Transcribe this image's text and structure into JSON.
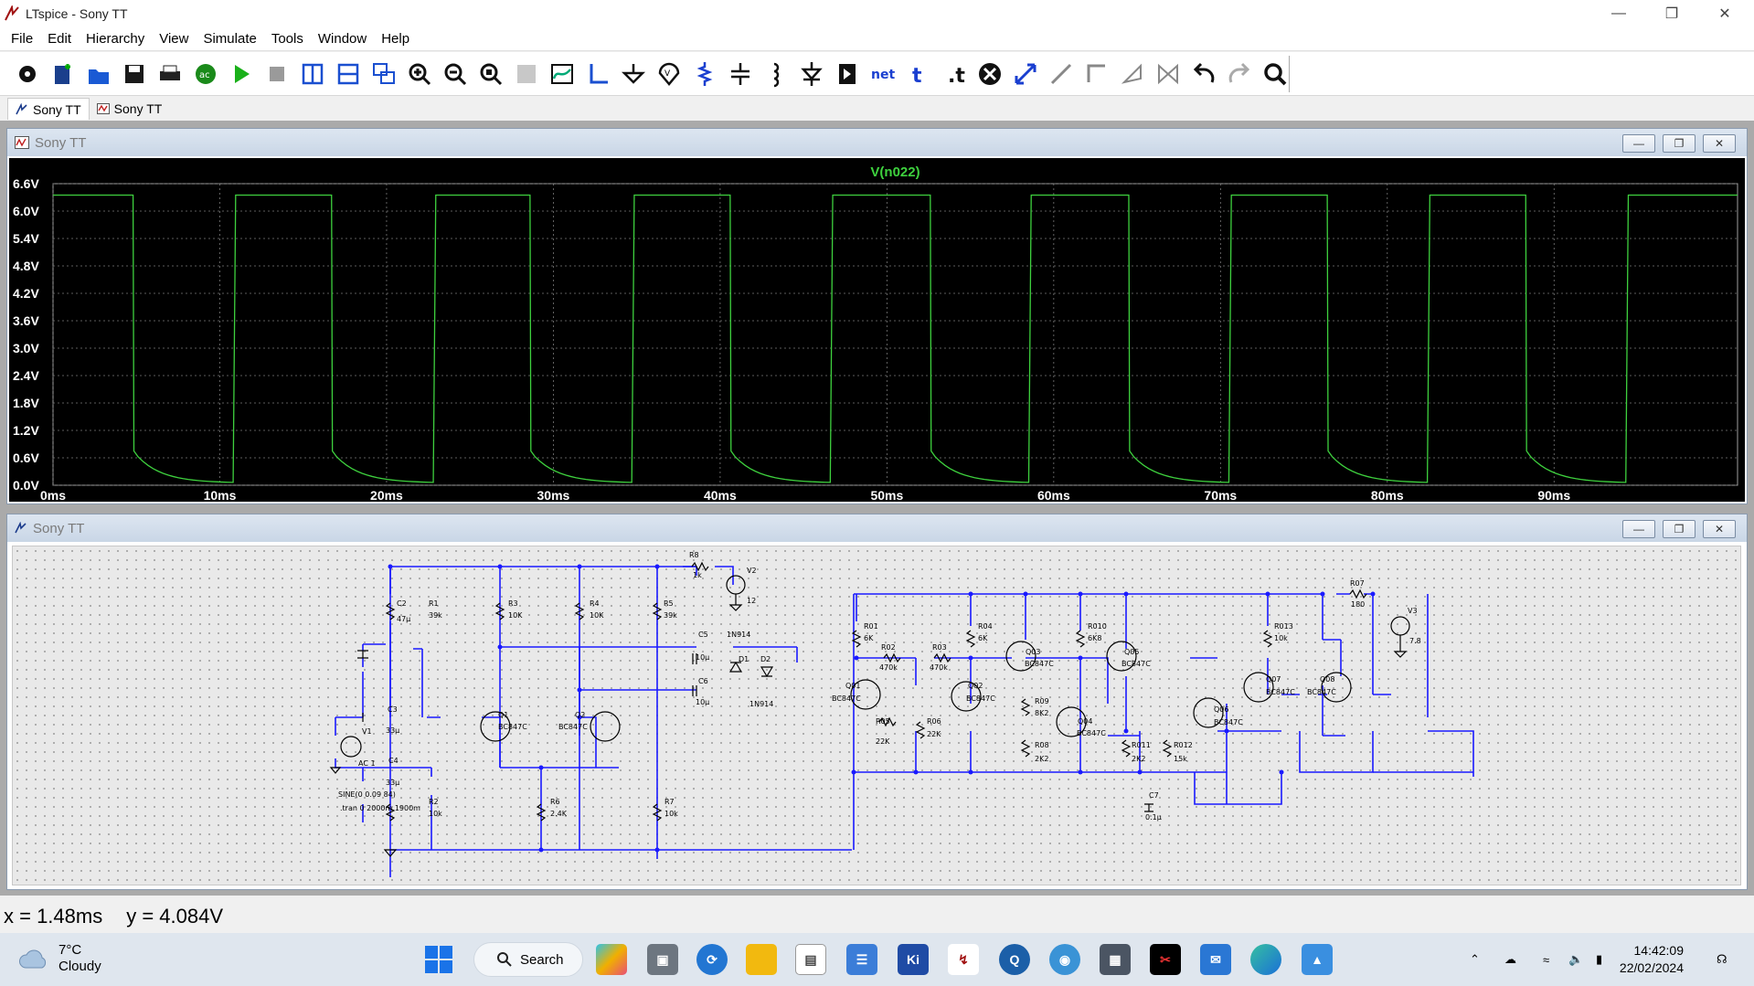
{
  "window": {
    "title": "LTspice - Sony TT"
  },
  "menu": [
    "File",
    "Edit",
    "Hierarchy",
    "View",
    "Simulate",
    "Tools",
    "Window",
    "Help"
  ],
  "toolbar": [
    "settings-icon",
    "new-schematic-icon",
    "open-icon",
    "save-icon",
    "print-icon",
    "ac-analysis-icon",
    "run-icon",
    "halt-icon",
    "tile-vertical-icon",
    "tile-horizontal-icon",
    "cascade-icon",
    "zoom-in-icon",
    "zoom-out-icon",
    "zoom-fit-icon",
    "autorange-icon",
    "add-trace-icon",
    "draw-wire-icon",
    "ground-icon",
    "voltage-label-icon",
    "resistor-icon",
    "capacitor-icon",
    "inductor-icon",
    "diode-icon",
    "component-icon",
    "net-name-icon",
    "text-icon",
    "spice-directive-icon",
    "delete-icon",
    "move-icon",
    "drag-icon",
    "rotate-icon",
    "mirror-icon",
    "mirror-vertical-icon",
    "undo-icon",
    "redo-icon",
    "find-icon"
  ],
  "tabs": [
    {
      "label": "Sony TT",
      "icon": "schematic-icon"
    },
    {
      "label": "Sony TT",
      "icon": "waveform-icon"
    }
  ],
  "waveform_window": {
    "title": "Sony TT",
    "trace_label": "V(n022)",
    "trace_color": "#3ed13e"
  },
  "schematic_window": {
    "title": "Sony TT"
  },
  "chart_data": {
    "type": "line",
    "title": "V(n022)",
    "xlabel": "",
    "ylabel": "",
    "x_ticks": [
      "0ms",
      "10ms",
      "20ms",
      "30ms",
      "40ms",
      "50ms",
      "60ms",
      "70ms",
      "80ms",
      "90ms"
    ],
    "y_ticks": [
      "6.6V",
      "6.0V",
      "5.4V",
      "4.8V",
      "4.2V",
      "3.6V",
      "3.0V",
      "2.4V",
      "1.8V",
      "1.2V",
      "0.6V",
      "0.0V"
    ],
    "xlim": [
      0,
      101
    ],
    "ylim": [
      0,
      6.6
    ],
    "series": [
      {
        "name": "V(n022)",
        "color": "#3ed13e",
        "high_v": 6.35,
        "low_start_v": 0.75,
        "low_end_v": 0.05,
        "high_intervals_ms": [
          [
            0,
            4.8
          ],
          [
            10.8,
            16.7
          ],
          [
            22.8,
            28.6
          ],
          [
            34.7,
            40.6
          ],
          [
            46.6,
            52.6
          ],
          [
            58.5,
            64.5
          ],
          [
            70.5,
            76.4
          ],
          [
            82.4,
            88.3
          ],
          [
            94.3,
            101
          ]
        ]
      }
    ],
    "grid": true
  },
  "schematic": {
    "labels": [
      {
        "id": "R8",
        "t": "R8"
      },
      {
        "id": "R8v",
        "t": "1k"
      },
      {
        "id": "V2",
        "t": "V2"
      },
      {
        "id": "V2v",
        "t": "12"
      },
      {
        "id": "C2",
        "t": "C2"
      },
      {
        "id": "C2v",
        "t": "47µ"
      },
      {
        "id": "R1",
        "t": "R1"
      },
      {
        "id": "R1v",
        "t": "39k"
      },
      {
        "id": "R3",
        "t": "R3"
      },
      {
        "id": "R3v",
        "t": "10K"
      },
      {
        "id": "R4",
        "t": "R4"
      },
      {
        "id": "R4v",
        "t": "10K"
      },
      {
        "id": "R5",
        "t": "R5"
      },
      {
        "id": "R5v",
        "t": "39k"
      },
      {
        "id": "C5",
        "t": "C5"
      },
      {
        "id": "C5v",
        "t": "10µ"
      },
      {
        "id": "D1m",
        "t": "1N914"
      },
      {
        "id": "D1",
        "t": "D1"
      },
      {
        "id": "D2",
        "t": "D2"
      },
      {
        "id": "C6",
        "t": "C6"
      },
      {
        "id": "C6v",
        "t": "10µ"
      },
      {
        "id": "D2m",
        "t": "1N914"
      },
      {
        "id": "C3",
        "t": "C3"
      },
      {
        "id": "C3v",
        "t": "33µ"
      },
      {
        "id": "V1",
        "t": "V1"
      },
      {
        "id": "AC1",
        "t": "AC 1"
      },
      {
        "id": "C4",
        "t": "C4"
      },
      {
        "id": "C4v",
        "t": "33µ"
      },
      {
        "id": "sine",
        "t": "SINE(0 0.09 84)"
      },
      {
        "id": "tran",
        "t": ".tran 0 2000m 1900m"
      },
      {
        "id": "Q1",
        "t": "Q1"
      },
      {
        "id": "Q1m",
        "t": "BC847C"
      },
      {
        "id": "Q2",
        "t": "Q2"
      },
      {
        "id": "Q2m",
        "t": "BC847C"
      },
      {
        "id": "R2",
        "t": "R2"
      },
      {
        "id": "R2v",
        "t": "10k"
      },
      {
        "id": "R6",
        "t": "R6"
      },
      {
        "id": "R6v",
        "t": "2.4K"
      },
      {
        "id": "R7",
        "t": "R7"
      },
      {
        "id": "R7v",
        "t": "10k"
      },
      {
        "id": "R01",
        "t": "R01"
      },
      {
        "id": "R01v",
        "t": "6K"
      },
      {
        "id": "R02",
        "t": "R02"
      },
      {
        "id": "R02v",
        "t": "470k"
      },
      {
        "id": "R03",
        "t": "R03"
      },
      {
        "id": "R03v",
        "t": "470k"
      },
      {
        "id": "R04",
        "t": "R04"
      },
      {
        "id": "R04v",
        "t": "6K"
      },
      {
        "id": "Q01",
        "t": "Q01"
      },
      {
        "id": "Q01m",
        "t": "BC847C"
      },
      {
        "id": "Q02",
        "t": "Q02"
      },
      {
        "id": "Q02m",
        "t": "BC847C"
      },
      {
        "id": "R05",
        "t": "R05"
      },
      {
        "id": "R05v",
        "t": "22K"
      },
      {
        "id": "R06",
        "t": "R06"
      },
      {
        "id": "R06v",
        "t": "22K"
      },
      {
        "id": "Q03",
        "t": "Q03"
      },
      {
        "id": "Q03m",
        "t": "BC847C"
      },
      {
        "id": "R010",
        "t": "R010"
      },
      {
        "id": "R010v",
        "t": "6K8"
      },
      {
        "id": "Q05",
        "t": "Q05"
      },
      {
        "id": "Q05m",
        "t": "BC847C"
      },
      {
        "id": "R09",
        "t": "R09"
      },
      {
        "id": "R09v",
        "t": "8K2"
      },
      {
        "id": "Q04",
        "t": "Q04"
      },
      {
        "id": "Q04m",
        "t": "BC847C"
      },
      {
        "id": "R08",
        "t": "R08"
      },
      {
        "id": "R08v",
        "t": "2K2"
      },
      {
        "id": "R011",
        "t": "R011"
      },
      {
        "id": "R011v",
        "t": "2K2"
      },
      {
        "id": "R012",
        "t": "R012"
      },
      {
        "id": "R012v",
        "t": "15k"
      },
      {
        "id": "C7",
        "t": "C7"
      },
      {
        "id": "C7v",
        "t": "0.1µ"
      },
      {
        "id": "Q06",
        "t": "Q06"
      },
      {
        "id": "Q06m",
        "t": "BC847C"
      },
      {
        "id": "R013",
        "t": "R013"
      },
      {
        "id": "R013v",
        "t": "10k"
      },
      {
        "id": "Q07",
        "t": "Q07"
      },
      {
        "id": "Q07m",
        "t": "BC847C"
      },
      {
        "id": "Q08",
        "t": "Q08"
      },
      {
        "id": "Q08m",
        "t": "BC847C"
      },
      {
        "id": "R07",
        "t": "R07"
      },
      {
        "id": "R07v",
        "t": "180"
      },
      {
        "id": "V3",
        "t": "V3"
      },
      {
        "id": "V3v",
        "t": "7.8"
      }
    ]
  },
  "status": {
    "x_readout": "x = 1.48ms",
    "y_readout": "y = 4.084V"
  },
  "taskbar": {
    "weather_temp": "7°C",
    "weather_desc": "Cloudy",
    "search_label": "Search",
    "time": "14:42:09",
    "date": "22/02/2024"
  }
}
